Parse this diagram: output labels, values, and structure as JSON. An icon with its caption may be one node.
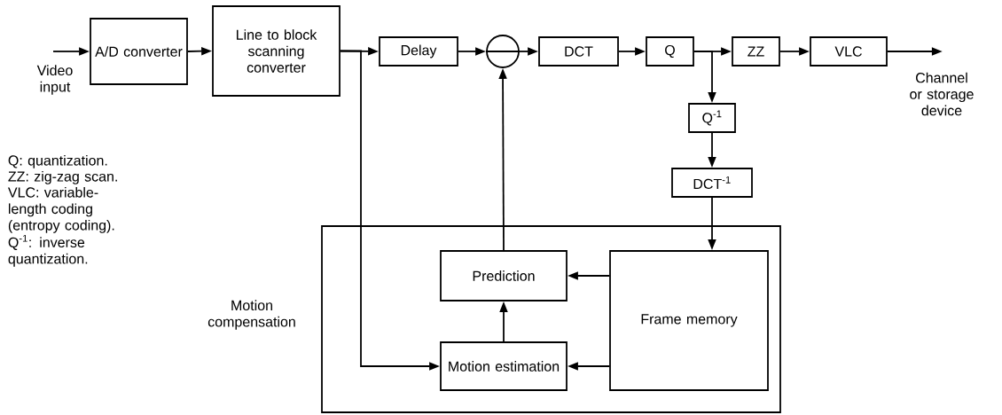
{
  "diagram": {
    "nodes": [
      {
        "text": [
          "A/D converter"
        ]
      },
      {
        "text": [
          "Line to block scanning converter"
        ]
      },
      {
        "text": [
          "Delay"
        ]
      },
      {
        "text": [],
        "shape": "circle"
      },
      {
        "text": [
          "DCT"
        ]
      },
      {
        "text": [
          "Q"
        ]
      },
      {
        "text": [
          "ZZ"
        ]
      },
      {
        "text": [
          "VLC"
        ]
      },
      {
        "text": [
          "Q$^{-1}$"
        ]
      },
      {
        "text": [
          "DCT$^{-1}$"
        ]
      },
      {
        "text": [
          "Motion compensation"
        ]
      },
      {
        "text": [
          "Prediction"
        ],
        "in": 10
      },
      {
        "text": [
          "Motion estimation"
        ],
        "in": 10
      },
      {
        "text": [
          "Frame memory"
        ],
        "in": 10
      }
    ],
    "edges": [
      {
        "from": null,
        "to": 0,
        "arrow": "to"
      },
      {
        "from": 0,
        "to": 1,
        "arrow": "to"
      },
      {
        "from": 1,
        "to": 2,
        "arrow": "to"
      },
      {
        "from": 1,
        "to": 12,
        "arrow": "to"
      },
      {
        "from": 2,
        "to": 3,
        "arrow": "to"
      },
      {
        "from": 11,
        "to": 3,
        "arrow": "to"
      },
      {
        "from": 3,
        "to": 4,
        "arrow": "to"
      },
      {
        "from": 4,
        "to": 5,
        "arrow": "to"
      },
      {
        "from": 5,
        "to": 6,
        "arrow": "to"
      },
      {
        "from": 5,
        "to": 8,
        "arrow": "to"
      },
      {
        "from": 6,
        "to": 7,
        "arrow": "to"
      },
      {
        "from": 7,
        "to": null,
        "arrow": "to"
      },
      {
        "from": 8,
        "to": 9,
        "arrow": "to"
      },
      {
        "from": 9,
        "to": 13,
        "arrow": "to"
      },
      {
        "from": 13,
        "to": 11,
        "arrow": "to"
      },
      {
        "from": 13,
        "to": 12,
        "arrow": "to"
      },
      {
        "from": 12,
        "to": 11,
        "arrow": "to"
      }
    ],
    "labels": [
      "Video input",
      "Channel or storage device",
      "Q: quantization.",
      "ZZ: zig-zag scan.",
      "VLC: variable-length coding (entropy coding).",
      "Q$^{-1}$: inverse quantization."
    ]
  }
}
